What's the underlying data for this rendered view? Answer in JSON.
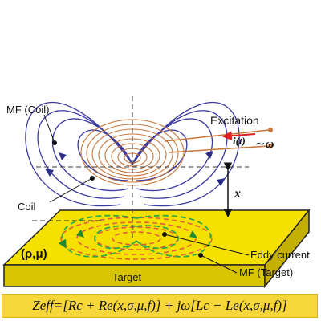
{
  "labels": {
    "mf_coil": "MF (Coil)",
    "excitation": "Excitation",
    "current": "i(t)",
    "source": "∼ω",
    "coil": "Coil",
    "distance": "x",
    "material": "(ρ,μ)",
    "eddy_current": "Eddy current",
    "target": "Target",
    "mf_target": "MF (Target)"
  },
  "formula": "Zeff=[Rc + Re(x,σ,μ,f)] + jω[Lc − Le(x,σ,μ,f)]",
  "colors": {
    "field_lines": "#3b3aa0",
    "coil_winding": "#c8763a",
    "eddy_lines": "#e0603a",
    "target_field": "#3aa84a",
    "target_top": "#f5e000",
    "target_side": "#d9c400",
    "formula_bg": "#f7d63a",
    "excitation_arrow": "#e02020"
  }
}
